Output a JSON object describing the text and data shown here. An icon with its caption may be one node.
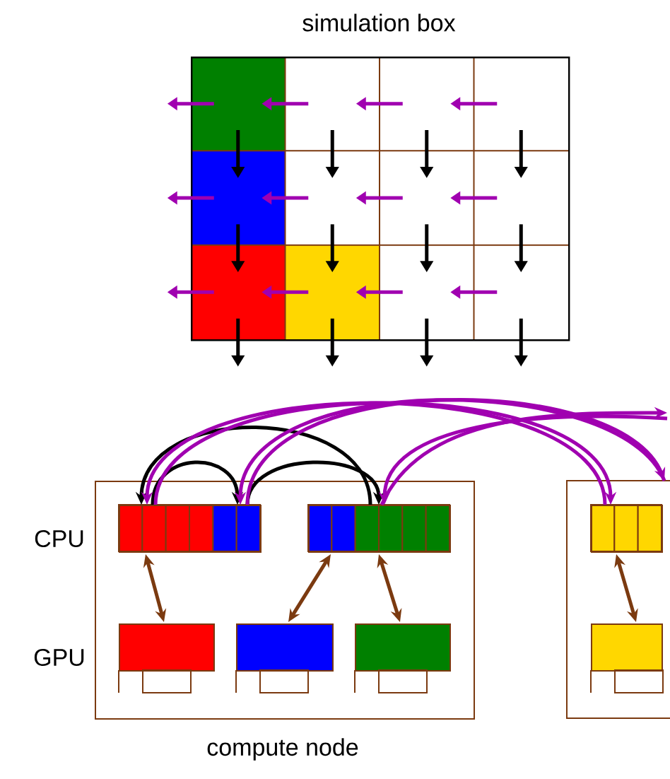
{
  "diagram": {
    "nodes": [
      {
        "text": [
          "simulation box"
        ]
      },
      {
        "text": [
          "compute node"
        ]
      },
      {
        "text": [],
        "shape": "box"
      },
      {
        "text": [],
        "shape": "bar",
        "in": 1
      },
      {
        "text": [],
        "shape": "bar",
        "in": 1
      },
      {
        "text": [],
        "shape": "bar",
        "in": 2
      },
      {
        "text": [],
        "shape": "box",
        "in": 1
      },
      {
        "text": [],
        "shape": "box",
        "in": 1
      },
      {
        "text": [],
        "shape": "box",
        "in": 1
      },
      {
        "text": [],
        "shape": "box",
        "in": 2
      }
    ],
    "edges": [
      {
        "from": 3,
        "to": 3,
        "arrow": "to",
        "color": "#000000"
      },
      {
        "from": 3,
        "to": 4,
        "arrow": "to",
        "color": "#000000"
      },
      {
        "from": 4,
        "to": 3,
        "arrow": "to",
        "color": "#000000"
      },
      {
        "from": 5,
        "to": 3,
        "arrow": "to"
      },
      {
        "from": 2,
        "to": 3,
        "arrow": "to"
      },
      {
        "from": null,
        "to": 4,
        "arrow": "to"
      },
      {
        "from": 3,
        "to": 5,
        "arrow": "to"
      },
      {
        "from": 3,
        "to": 2,
        "arrow": "to"
      },
      {
        "from": 4,
        "to": null,
        "arrow": "to"
      },
      {
        "from": 3,
        "to": 6,
        "arrow": "both",
        "color": "#7b3a10"
      },
      {
        "from": 4,
        "to": 7,
        "arrow": "both",
        "color": "#7b3a10"
      },
      {
        "from": 4,
        "to": 8,
        "arrow": "both",
        "color": "#7b3a10"
      },
      {
        "from": 5,
        "to": 9,
        "arrow": "both",
        "color": "#7b3a10"
      }
    ],
    "labels": [
      "CPU",
      "GPU"
    ]
  }
}
